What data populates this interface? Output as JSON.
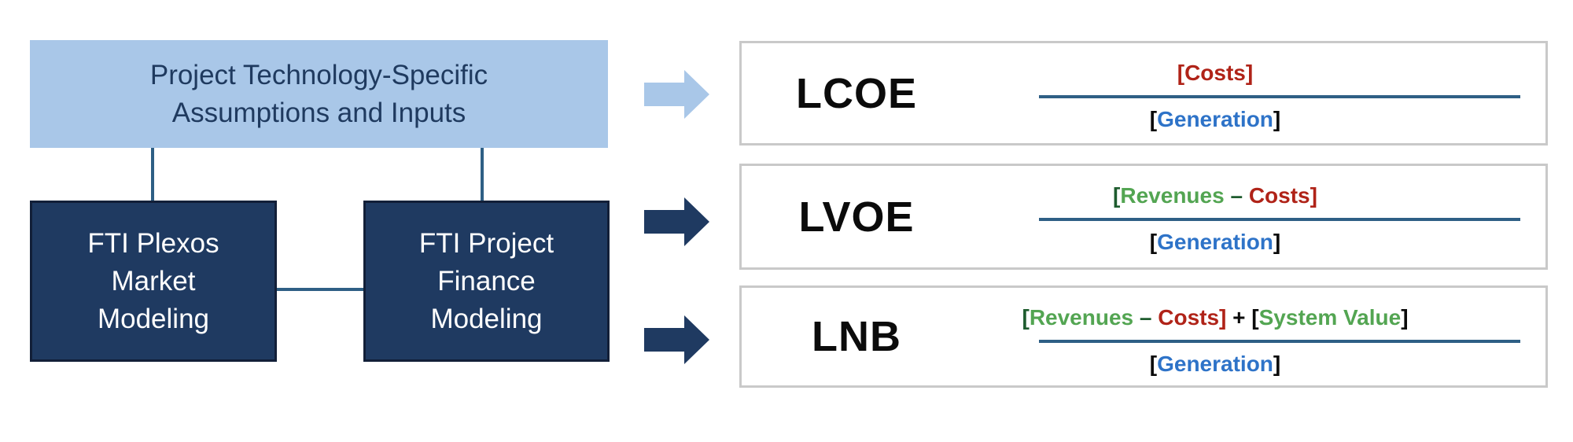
{
  "colors": {
    "light_blue": "#A9C7E8",
    "navy": "#1F3A61",
    "navy_border": "#121F38",
    "steel": "#2E5F85",
    "box_border": "#C9C9C9",
    "dark_text": "#1F3A5F",
    "red": "#B02318",
    "green": "#53A552",
    "dark_green": "#1E5C2E",
    "blue": "#2E73C8",
    "black": "#0A0A0A"
  },
  "left_diagram": {
    "inputs_box": {
      "lines": [
        "Project Technology-Specific",
        "Assumptions and Inputs"
      ]
    },
    "market_box": {
      "lines": [
        "FTI Plexos",
        "Market",
        "Modeling"
      ]
    },
    "finance_box": {
      "lines": [
        "FTI Project",
        "Finance",
        "Modeling"
      ]
    }
  },
  "metrics": [
    {
      "name": "LCOE",
      "arrow": "light-blue-arrow",
      "numerator": [
        {
          "text": "[Costs]",
          "color": "red"
        }
      ],
      "denominator": [
        {
          "text": "[",
          "color": "black"
        },
        {
          "text": "Generation",
          "color": "blue"
        },
        {
          "text": "]",
          "color": "black"
        }
      ]
    },
    {
      "name": "LVOE",
      "arrow": "navy-arrow",
      "numerator": [
        {
          "text": "[",
          "color": "dark_green"
        },
        {
          "text": "Revenues",
          "color": "green"
        },
        {
          "text": " – ",
          "color": "dark_green"
        },
        {
          "text": "Costs",
          "color": "red"
        },
        {
          "text": "]",
          "color": "red"
        }
      ],
      "denominator": [
        {
          "text": "[",
          "color": "black"
        },
        {
          "text": "Generation",
          "color": "blue"
        },
        {
          "text": "]",
          "color": "black"
        }
      ]
    },
    {
      "name": "LNB",
      "arrow": "navy-arrow",
      "numerator": [
        {
          "text": "[",
          "color": "dark_green"
        },
        {
          "text": "Revenues",
          "color": "green"
        },
        {
          "text": " – ",
          "color": "dark_green"
        },
        {
          "text": "Costs",
          "color": "red"
        },
        {
          "text": "]",
          "color": "red"
        },
        {
          "text": " + ",
          "color": "black"
        },
        {
          "text": "[",
          "color": "black"
        },
        {
          "text": "System Value",
          "color": "green"
        },
        {
          "text": "]",
          "color": "black"
        }
      ],
      "denominator": [
        {
          "text": "[",
          "color": "black"
        },
        {
          "text": "Generation",
          "color": "blue"
        },
        {
          "text": "]",
          "color": "black"
        }
      ]
    }
  ]
}
